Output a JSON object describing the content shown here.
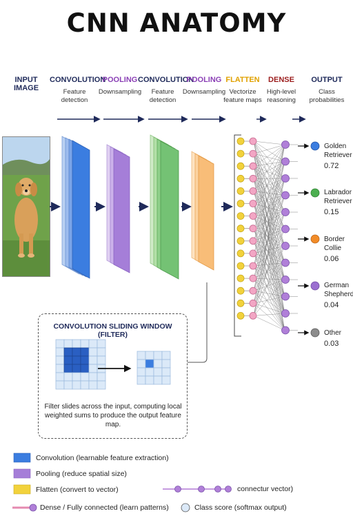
{
  "title": "CNN ANATOMY",
  "stages": [
    {
      "name": "INPUT IMAGE",
      "desc": "",
      "color": "#1f2a5a"
    },
    {
      "name": "CONVOLUTION",
      "desc": "Feature detection",
      "color": "#1f2a5a"
    },
    {
      "name": "POOLING",
      "desc": "Downsampling",
      "color": "#8a3fb5"
    },
    {
      "name": "CONVOLUTION",
      "desc": "Feature detection",
      "color": "#1f2a5a"
    },
    {
      "name": "POOLING",
      "desc": "Downsampling",
      "color": "#8a3fb5"
    },
    {
      "name": "FLATTEN",
      "desc": "Vectorize feature maps",
      "color": "#e0a100"
    },
    {
      "name": "DENSE",
      "desc": "High-level reasoning",
      "color": "#9b1c1c"
    },
    {
      "name": "OUTPUT",
      "desc": "Class probabilities",
      "color": "#1f2a5a"
    }
  ],
  "outputs": [
    {
      "label": "Golden Retriever",
      "score": "0.72",
      "color": "#3b7de0"
    },
    {
      "label": "Labrador Retriever",
      "score": "0.15",
      "color": "#4caf50"
    },
    {
      "label": "Border Collie",
      "score": "0.06",
      "color": "#f28c28"
    },
    {
      "label": "German Shepherd",
      "score": "0.04",
      "color": "#9b6fd0"
    },
    {
      "label": "Other",
      "score": "0.03",
      "color": "#8c8c8c"
    }
  ],
  "filter": {
    "title": "CONVOLUTION SLIDING WINDOW (FILTER)",
    "description": "Filter slides across the input, computing local weighted sums to produce the output feature map."
  },
  "legend": [
    {
      "label": "Convolution (learnable feature extraction)",
      "color": "#3b7de0"
    },
    {
      "label": "Pooling (reduce spatial size)",
      "color": "#a57ed8"
    },
    {
      "label": "Flatten (convert to vector)",
      "color": "#f2d23c"
    },
    {
      "label": "Dense / Fully connected (learn patterns)",
      "color": "#e58ab0"
    },
    {
      "label": "connectur vector)",
      "color": "#b07fd8"
    },
    {
      "label": "Class score (softmax output)",
      "color": "#dbe9f8"
    }
  ]
}
